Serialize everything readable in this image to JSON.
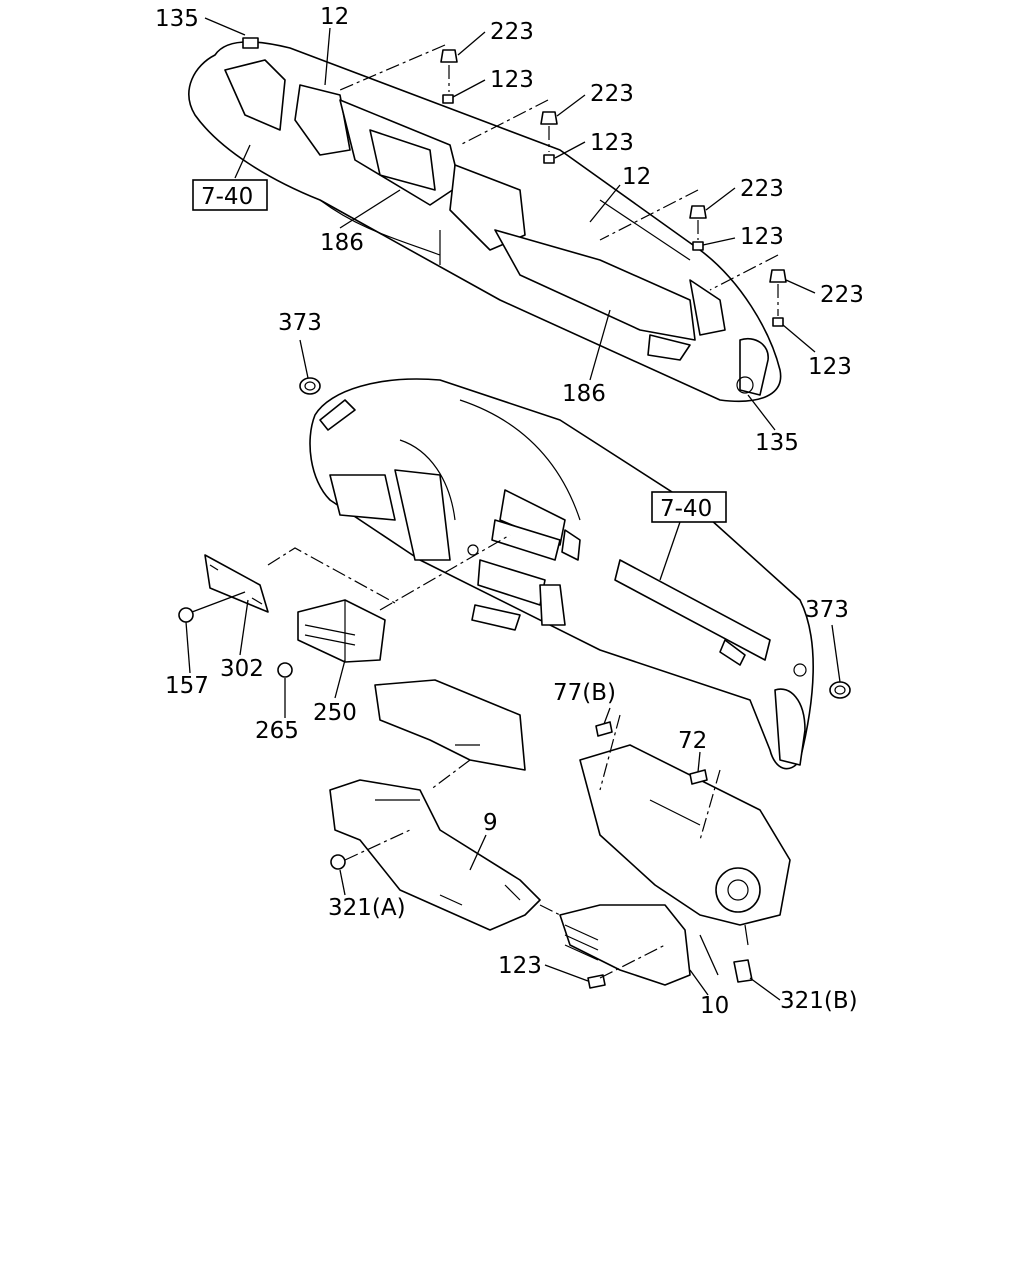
{
  "callouts": {
    "c135_top": "135",
    "c12_top": "12",
    "c223_1": "223",
    "c123_1": "123",
    "c223_2": "223",
    "c123_2": "123",
    "c12_mid": "12",
    "c223_3": "223",
    "c123_3": "123",
    "c223_4": "223",
    "c123_4": "123",
    "ref_740_top": "7-40",
    "c186_left": "186",
    "c186_right": "186",
    "c135_bottom": "135",
    "c373_left": "373",
    "ref_740_mid": "7-40",
    "c373_right": "373",
    "c302": "302",
    "c157": "157",
    "c265": "265",
    "c250": "250",
    "c77b": "77(B)",
    "c72": "72",
    "c9": "9",
    "c321a": "321(A)",
    "c123_bottom": "123",
    "c10": "10",
    "c321b": "321(B)"
  }
}
